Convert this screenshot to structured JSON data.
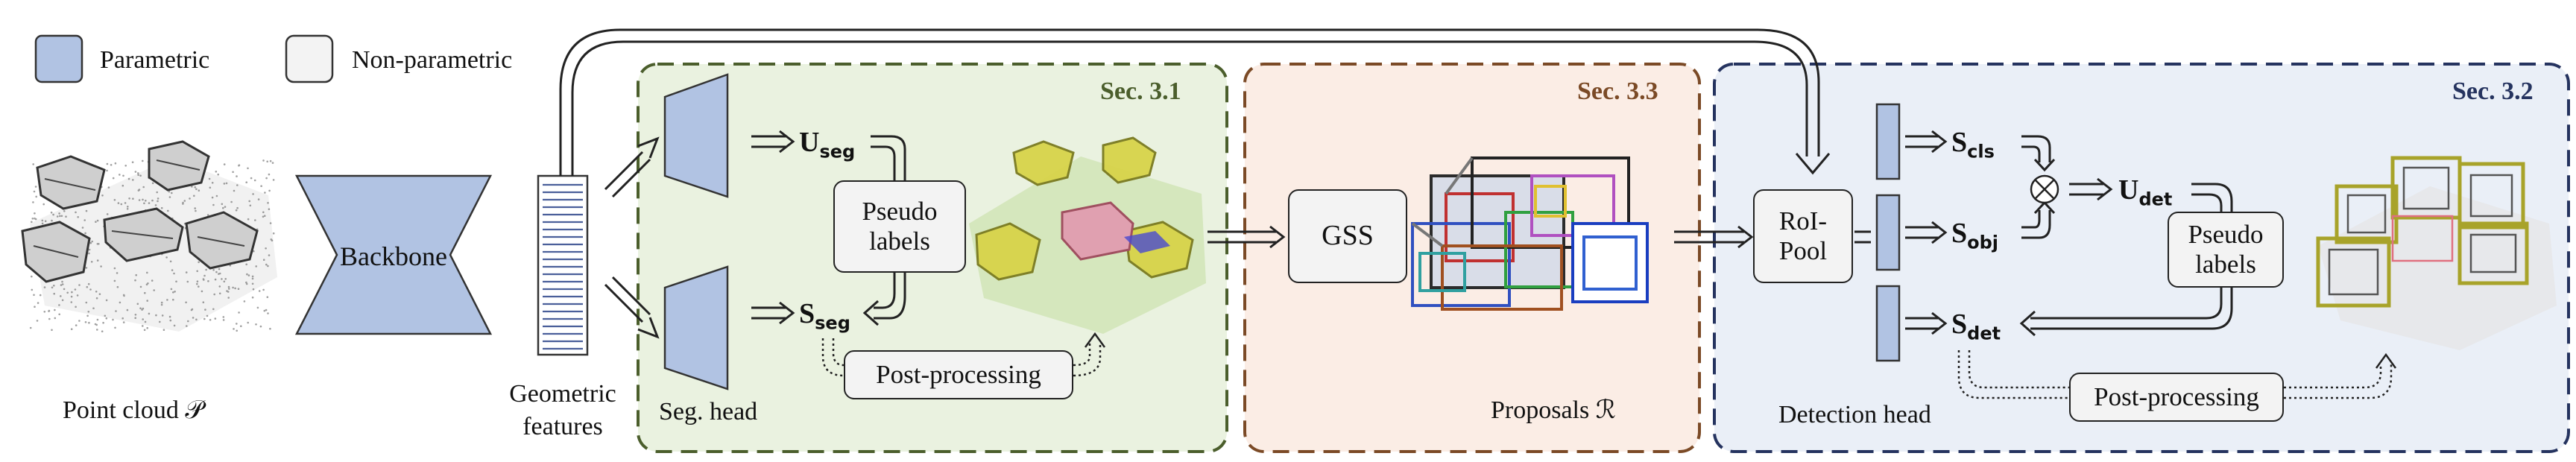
{
  "legend": {
    "parametric": "Parametric",
    "non_parametric": "Non-parametric"
  },
  "colors": {
    "parametric": "#b1c3e3",
    "non_parametric": "#f3f3f3",
    "sec31_bg": "#eaf2e0",
    "sec31_border": "#4b5e2c",
    "sec33_bg": "#fbede5",
    "sec33_border": "#7b4a26",
    "sec32_bg": "#eaeff7",
    "sec32_border": "#25335f"
  },
  "sections": {
    "sec31": "Sec. 3.1",
    "sec33": "Sec. 3.3",
    "sec32": "Sec. 3.2"
  },
  "labels": {
    "point_cloud": "Point cloud 𝒫",
    "backbone": "Backbone",
    "geometric": "Geometric",
    "features": "features",
    "seg_head": "Seg. head",
    "gss": "GSS",
    "proposals": "Proposals ℛ",
    "detection_head": "Detection head",
    "roi_pool": "RoI-\nPool",
    "pseudo_labels_1": "Pseudo\nlabels",
    "pseudo_labels_2": "Pseudo\nlabels",
    "post_processing_1": "Post-processing",
    "post_processing_2": "Post-processing",
    "otimes": "⊗"
  },
  "symbols": {
    "u_seg": {
      "main": "U",
      "sub": "seg"
    },
    "s_seg": {
      "main": "S",
      "sub": "seg"
    },
    "s_cls": {
      "main": "S",
      "sub": "cls"
    },
    "s_obj": {
      "main": "S",
      "sub": "obj"
    },
    "u_det": {
      "main": "U",
      "sub": "det"
    },
    "s_det": {
      "main": "S",
      "sub": "det"
    }
  },
  "icons": {
    "point_cloud_image": "point-cloud-chairs",
    "seg_result_image": "segmented-point-cloud",
    "proposals_image": "3d-box-proposals",
    "detection_image": "detected-boxes-point-cloud"
  }
}
